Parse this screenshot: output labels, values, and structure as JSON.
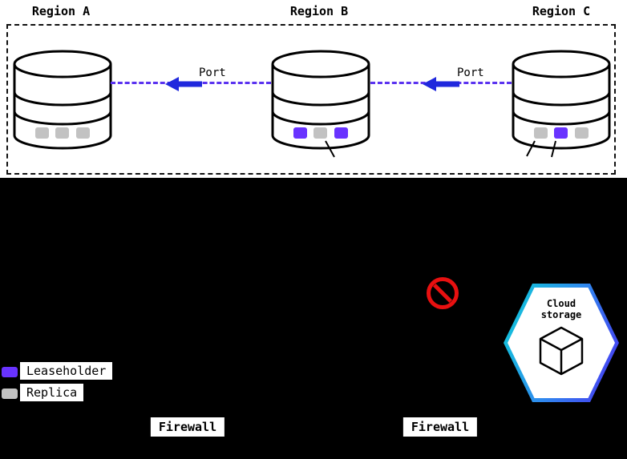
{
  "colors": {
    "background": "#000000",
    "panel": "#ffffff",
    "outline": "#000000",
    "leaseholder": "#6933ff",
    "replica": "#c2c2c2",
    "dash-line": "#5b33f0",
    "arrow": "#2028dd",
    "prohibited": "#e81010",
    "hex-start": "#0ccfd6",
    "hex-mid": "#2f8bee",
    "hex-end": "#4a30f2"
  },
  "regions": [
    {
      "label": "Region A",
      "replicas": [
        "replica",
        "replica",
        "replica"
      ]
    },
    {
      "label": "Region B",
      "replicas": [
        "leaseholder",
        "replica",
        "leaseholder"
      ]
    },
    {
      "label": "Region C",
      "replicas": [
        "replica",
        "leaseholder",
        "replica"
      ]
    }
  ],
  "connections": [
    {
      "label": "Port",
      "direction": "left"
    },
    {
      "label": "Port",
      "direction": "left"
    }
  ],
  "legend": [
    {
      "label": "Leaseholder",
      "kind": "leaseholder"
    },
    {
      "label": "Replica",
      "kind": "replica"
    }
  ],
  "firewalls": [
    "Firewall",
    "Firewall"
  ],
  "cloud_storage": {
    "line1": "Cloud",
    "line2": "storage"
  },
  "icons": {
    "database": "database-cylinder-icon",
    "arrow": "thick-left-arrow-icon",
    "prohibited": "no-entry-icon",
    "cloud_cube": "cube-icon"
  }
}
